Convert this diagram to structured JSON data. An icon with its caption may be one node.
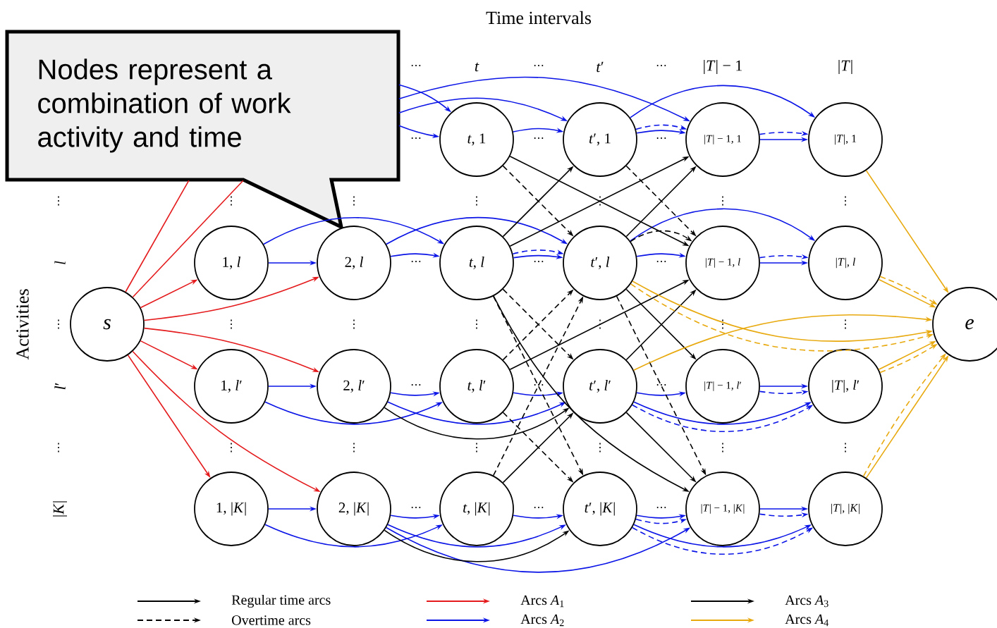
{
  "diagram": {
    "title": "Time intervals",
    "nodes": [
      {
        "text": [
          "Nodes represent a combination of work activity and time"
        ]
      },
      {
        "text": [
          "*t*, 1"
        ]
      },
      {
        "text": [
          "*t*′, 1"
        ]
      },
      {
        "text": [
          "|*T*| − 1, 1"
        ]
      },
      {
        "text": [
          "|*T*|, 1"
        ]
      },
      {
        "text": [
          "1, *l*"
        ]
      },
      {
        "text": [
          "2, *l*"
        ]
      },
      {
        "text": [
          "*t*, *l*"
        ]
      },
      {
        "text": [
          "*t*′, *l*"
        ]
      },
      {
        "text": [
          "|*T*| − 1, *l*"
        ]
      },
      {
        "text": [
          "|*T*|, *l*"
        ]
      },
      {
        "text": [
          "s"
        ]
      },
      {
        "text": [
          "e"
        ]
      },
      {
        "text": [
          "1, *l*′"
        ]
      },
      {
        "text": [
          "2, *l*′"
        ]
      },
      {
        "text": [
          "*t*, *l*′"
        ]
      },
      {
        "text": [
          "*t*′, *l*′"
        ]
      },
      {
        "text": [
          "|*T*| − 1, *l*′"
        ]
      },
      {
        "text": [
          "|*T*|, *l*′"
        ]
      },
      {
        "text": [
          "1, |*K*|"
        ]
      },
      {
        "text": [
          "2, |*K*|"
        ]
      },
      {
        "text": [
          "*t*, |*K*|"
        ]
      },
      {
        "text": [
          "*t*′, |*K*|"
        ]
      },
      {
        "text": [
          "|*T*| − 1, |*K*|"
        ]
      },
      {
        "text": [
          "|*T*|, |*K*|"
        ]
      }
    ],
    "edges": [
      {
        "from": 11,
        "to": 0,
        "arrow": "none",
        "color": "#e41a1c"
      },
      {
        "from": 11,
        "to": 0,
        "arrow": "none",
        "color": "#e41a1c"
      },
      {
        "from": 11,
        "to": 5,
        "arrow": "to",
        "color": "#e41a1c"
      },
      {
        "from": 11,
        "to": 6,
        "arrow": "to",
        "color": "#e41a1c"
      },
      {
        "from": 11,
        "to": 13,
        "arrow": "to",
        "color": "#e41a1c"
      },
      {
        "from": 11,
        "to": 14,
        "arrow": "to",
        "color": "#e41a1c"
      },
      {
        "from": 11,
        "to": 19,
        "arrow": "to",
        "color": "#e41a1c"
      },
      {
        "from": 11,
        "to": 20,
        "arrow": "to",
        "color": "#e41a1c"
      },
      {
        "from": 0,
        "to": 1,
        "arrow": "to"
      },
      {
        "from": 0,
        "to": 1,
        "arrow": "to"
      },
      {
        "from": 0,
        "to": 2,
        "arrow": "to"
      },
      {
        "from": 0,
        "to": 3,
        "arrow": "to"
      },
      {
        "from": 1,
        "to": 2,
        "arrow": "to"
      },
      {
        "from": 2,
        "to": 3,
        "arrow": "to"
      },
      {
        "from": 2,
        "to": 3,
        "arrow": "to",
        "style": "dashed"
      },
      {
        "from": 2,
        "to": 4,
        "arrow": "to"
      },
      {
        "from": 3,
        "to": 4,
        "arrow": "to"
      },
      {
        "from": 3,
        "to": 4,
        "arrow": "to",
        "style": "dashed"
      },
      {
        "from": 5,
        "to": 6,
        "arrow": "to"
      },
      {
        "from": 5,
        "to": 7,
        "arrow": "to"
      },
      {
        "from": 6,
        "to": 7,
        "arrow": "to"
      },
      {
        "from": 6,
        "to": 8,
        "arrow": "to"
      },
      {
        "from": 7,
        "to": 8,
        "arrow": "to"
      },
      {
        "from": 7,
        "to": 8,
        "arrow": "to",
        "style": "dashed"
      },
      {
        "from": 8,
        "to": 9,
        "arrow": "to"
      },
      {
        "from": 8,
        "to": 10,
        "arrow": "to"
      },
      {
        "from": 9,
        "to": 10,
        "arrow": "to"
      },
      {
        "from": 9,
        "to": 10,
        "arrow": "to",
        "style": "dashed"
      },
      {
        "from": 13,
        "to": 14,
        "arrow": "to"
      },
      {
        "from": 13,
        "to": 15,
        "arrow": "to"
      },
      {
        "from": 14,
        "to": 15,
        "arrow": "to"
      },
      {
        "from": 14,
        "to": 16,
        "arrow": "to"
      },
      {
        "from": 15,
        "to": 16,
        "arrow": "to"
      },
      {
        "from": 16,
        "to": 17,
        "arrow": "to"
      },
      {
        "from": 16,
        "to": 18,
        "arrow": "to"
      },
      {
        "from": 16,
        "to": 18,
        "arrow": "to",
        "style": "dashed"
      },
      {
        "from": 17,
        "to": 18,
        "arrow": "to"
      },
      {
        "from": 17,
        "to": 18,
        "arrow": "to",
        "style": "dashed"
      },
      {
        "from": 19,
        "to": 20,
        "arrow": "to"
      },
      {
        "from": 19,
        "to": 21,
        "arrow": "to"
      },
      {
        "from": 20,
        "to": 21,
        "arrow": "to"
      },
      {
        "from": 20,
        "to": 22,
        "arrow": "to"
      },
      {
        "from": 20,
        "to": 23,
        "arrow": "to"
      },
      {
        "from": 21,
        "to": 22,
        "arrow": "to"
      },
      {
        "from": 22,
        "to": 23,
        "arrow": "to"
      },
      {
        "from": 22,
        "to": 23,
        "arrow": "to",
        "style": "dashed"
      },
      {
        "from": 22,
        "to": 24,
        "arrow": "to"
      },
      {
        "from": 22,
        "to": 24,
        "arrow": "to",
        "style": "dashed"
      },
      {
        "from": 23,
        "to": 24,
        "arrow": "to"
      },
      {
        "from": 23,
        "to": 24,
        "arrow": "to",
        "style": "dashed"
      },
      {
        "from": 14,
        "to": 16,
        "arrow": "to",
        "color": "#000000"
      },
      {
        "from": 20,
        "to": 22,
        "arrow": "to",
        "color": "#000000"
      },
      {
        "from": 1,
        "to": 9,
        "arrow": "to",
        "color": "#000000"
      },
      {
        "from": 1,
        "to": 8,
        "arrow": "to",
        "style": "dashed",
        "color": "#000000"
      },
      {
        "from": 2,
        "to": 9,
        "arrow": "to",
        "style": "dashed",
        "color": "#000000"
      },
      {
        "from": 7,
        "to": 2,
        "arrow": "to",
        "color": "#000000"
      },
      {
        "from": 7,
        "to": 3,
        "arrow": "to",
        "color": "#000000"
      },
      {
        "from": 7,
        "to": 16,
        "arrow": "to",
        "style": "dashed",
        "color": "#000000"
      },
      {
        "from": 7,
        "to": 22,
        "arrow": "to",
        "style": "dashed",
        "color": "#000000"
      },
      {
        "from": 7,
        "to": 23,
        "arrow": "to",
        "color": "#000000"
      },
      {
        "from": 8,
        "to": 3,
        "arrow": "to",
        "color": "#000000"
      },
      {
        "from": 8,
        "to": 9,
        "arrow": "to",
        "style": "dashed",
        "color": "#000000"
      },
      {
        "from": 8,
        "to": 17,
        "arrow": "to",
        "color": "#000000"
      },
      {
        "from": 8,
        "to": 23,
        "arrow": "to",
        "style": "dashed",
        "color": "#000000"
      },
      {
        "from": 16,
        "to": 9,
        "arrow": "to",
        "color": "#000000"
      },
      {
        "from": 16,
        "to": 23,
        "arrow": "to",
        "color": "#000000"
      },
      {
        "from": 15,
        "to": 9,
        "arrow": "to",
        "color": "#000000"
      },
      {
        "from": 15,
        "to": 8,
        "arrow": "to",
        "style": "dashed",
        "color": "#000000"
      },
      {
        "from": 15,
        "to": 22,
        "arrow": "to",
        "style": "dashed",
        "color": "#000000"
      },
      {
        "from": 21,
        "to": 8,
        "arrow": "to",
        "style": "dashed",
        "color": "#000000"
      },
      {
        "from": 21,
        "to": 16,
        "arrow": "to",
        "color": "#000000"
      },
      {
        "from": 4,
        "to": 12,
        "arrow": "to",
        "color": "#e8a90e"
      },
      {
        "from": 10,
        "to": 12,
        "arrow": "to",
        "color": "#e8a90e"
      },
      {
        "from": 10,
        "to": 12,
        "arrow": "to",
        "style": "dashed",
        "color": "#e8a90e"
      },
      {
        "from": 8,
        "to": 12,
        "arrow": "to",
        "color": "#e8a90e"
      },
      {
        "from": 8,
        "to": 12,
        "arrow": "to",
        "style": "dashed",
        "color": "#e8a90e"
      },
      {
        "from": 16,
        "to": 12,
        "arrow": "to",
        "color": "#e8a90e"
      },
      {
        "from": 18,
        "to": 12,
        "arrow": "to",
        "color": "#e8a90e"
      },
      {
        "from": 18,
        "to": 12,
        "arrow": "to",
        "style": "dashed",
        "color": "#e8a90e"
      },
      {
        "from": 24,
        "to": 12,
        "arrow": "to",
        "color": "#e8a90e"
      },
      {
        "from": 24,
        "to": 12,
        "arrow": "to",
        "style": "dashed",
        "color": "#e8a90e"
      }
    ],
    "labels": [
      "⋯",
      "t",
      "⋯",
      "*t*′",
      "⋯",
      "|*T*| − 1",
      "|*T*|",
      "⋯",
      "⋯",
      "⋯",
      "⋮",
      "⋮",
      "⋮",
      "⋮",
      "⋮",
      "⋮",
      "⋮",
      "l",
      "⋯",
      "⋯",
      "⋯",
      "Activities",
      "⋮",
      "⋮",
      "⋮",
      "⋮",
      "⋮",
      "⋮",
      "⋮",
      "*l*′",
      "⋯",
      "⋯",
      "⋯",
      "⋮",
      "⋮",
      "⋮",
      "⋮",
      "⋮",
      "⋮",
      "⋮",
      "|*K*|",
      "⋯",
      "⋯",
      "⋯"
    ],
    "legend": [
      {
        "text": "Regular time arcs"
      },
      {
        "text": "Overtime arcs"
      },
      {
        "text": "Arcs *A*$_{1}$",
        "color": "#e41a1c"
      },
      {
        "text": "Arcs *A*$_{2}$",
        "color": "#0a14e6"
      },
      {
        "text": "Arcs *A*$_{3}$",
        "color": "#000000"
      },
      {
        "text": "Arcs *A*$_{4}$",
        "color": "#e8a90e"
      }
    ]
  }
}
